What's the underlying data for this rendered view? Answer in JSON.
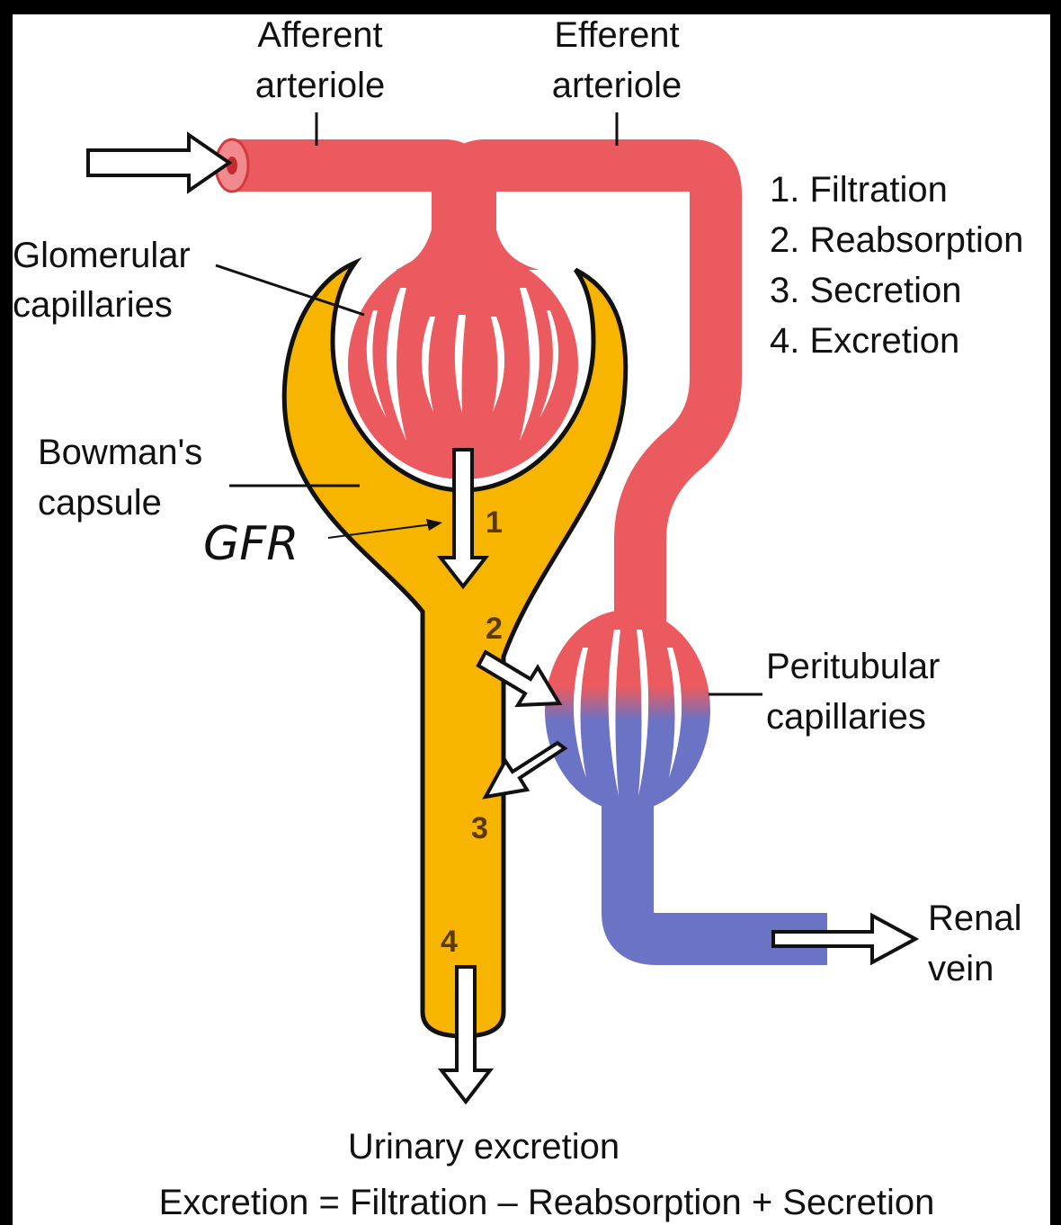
{
  "labels": {
    "afferent_1": "Afferent",
    "afferent_2": "arteriole",
    "efferent_1": "Efferent",
    "efferent_2": "arteriole",
    "glomerular_1": "Glomerular",
    "glomerular_2": "capillaries",
    "bowman_1": "Bowman's",
    "bowman_2": "capsule",
    "gfr": "GFR",
    "peritubular_1": "Peritubular",
    "peritubular_2": "capillaries",
    "renal_1": "Renal",
    "renal_2": "vein",
    "urinary": "Urinary excretion",
    "equation": "Excretion = Filtration – Reabsorption + Secretion"
  },
  "process_list": [
    "1. Filtration",
    "2. Reabsorption",
    "3. Secretion",
    "4. Excretion"
  ],
  "step_numbers": [
    "1",
    "2",
    "3",
    "4"
  ],
  "colors": {
    "arterial": "#eb5a5e",
    "venous": "#6b73c4",
    "tubule": "#f7b500",
    "outline": "#111111"
  }
}
